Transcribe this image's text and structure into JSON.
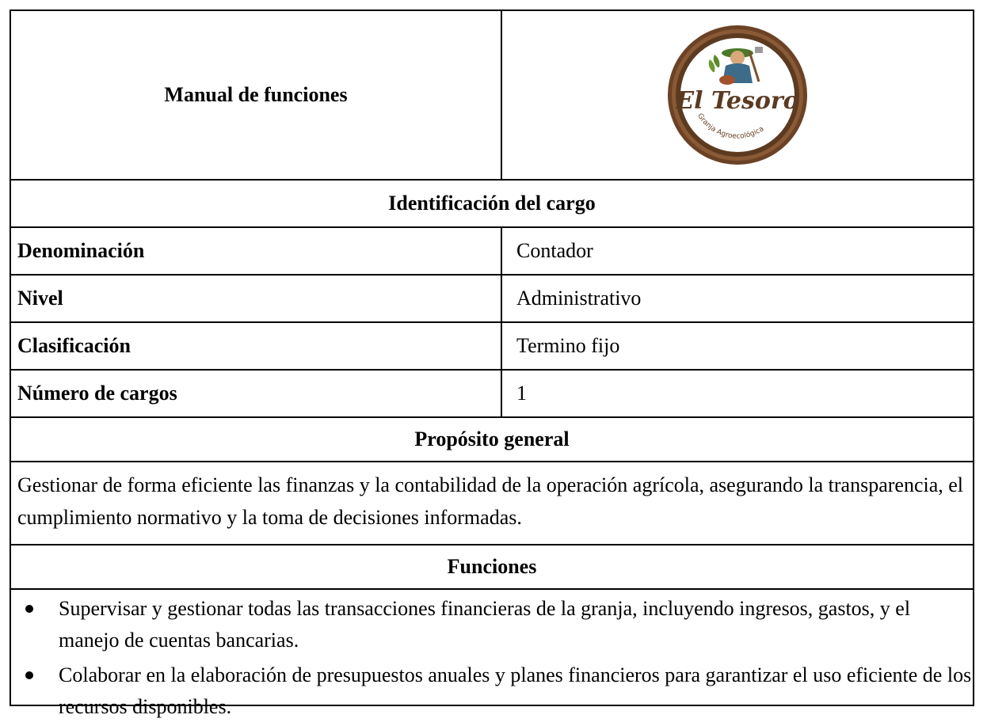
{
  "header": {
    "title": "Manual de funciones",
    "logo": {
      "name": "El Tesoro",
      "tagline": "Granja Agroecológica",
      "ring_color": "#6b4226",
      "text_color": "#5a3a22"
    }
  },
  "identification": {
    "heading": "Identificación del cargo",
    "rows": [
      {
        "label": "Denominación",
        "value": "Contador"
      },
      {
        "label": "Nivel",
        "value": "Administrativo"
      },
      {
        "label": "Clasificación",
        "value": "Termino fijo"
      },
      {
        "label": "Número de cargos",
        "value": "1"
      }
    ]
  },
  "purpose": {
    "heading": "Propósito general",
    "text": "Gestionar de forma eficiente las finanzas y la contabilidad de la operación agrícola, asegurando la transparencia, el cumplimiento normativo y la toma de decisiones informadas."
  },
  "functions": {
    "heading": "Funciones",
    "items": [
      "Supervisar y gestionar todas las transacciones financieras de la granja, incluyendo ingresos, gastos, y el manejo de cuentas bancarias.",
      "Colaborar en la elaboración de presupuestos anuales y planes financieros para garantizar el uso eficiente de los recursos disponibles."
    ]
  }
}
